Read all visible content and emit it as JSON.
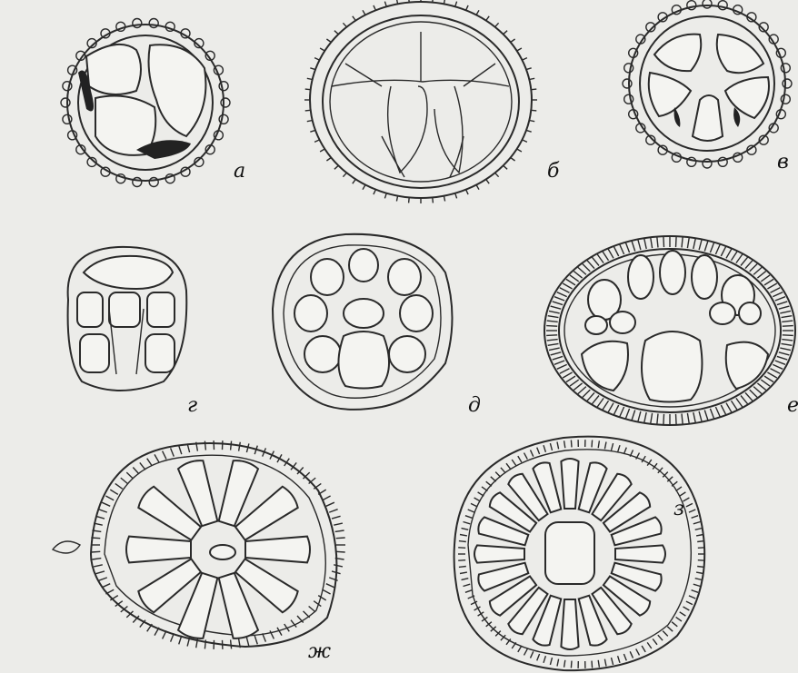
{
  "figure_labels": {
    "a": "а",
    "b": "б",
    "v": "в",
    "g": "г",
    "d": "д",
    "e": "е",
    "zh": "ж",
    "z": "з"
  },
  "colors": {
    "ink": "#2a2a2a",
    "paper": "#ecece9"
  }
}
